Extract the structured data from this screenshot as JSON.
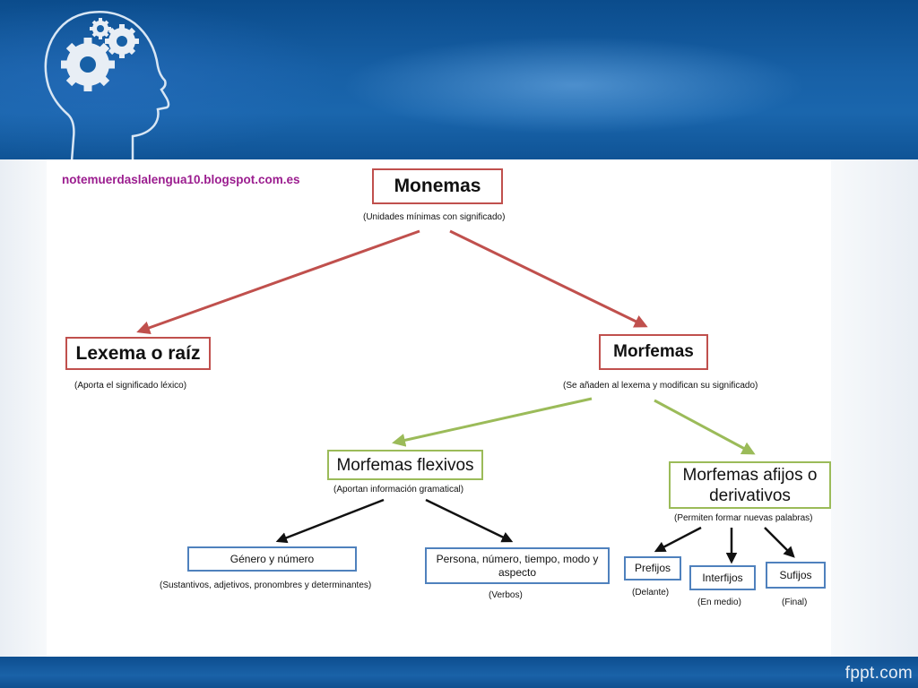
{
  "watermark": "notemuerdaslalengua10.blogspot.com.es",
  "footer_brand": "fppt.com",
  "colors": {
    "red": "#c0504d",
    "green": "#9bbb59",
    "blue": "#4f81bd",
    "black": "#111111"
  },
  "icons": [
    "head-with-gears-icon"
  ],
  "diagram": {
    "monemas": {
      "title": "Monemas",
      "note": "(Unidades mínimas con significado)"
    },
    "lexema": {
      "title": "Lexema o raíz",
      "note": "(Aporta el significado léxico)"
    },
    "morfemas": {
      "title": "Morfemas",
      "note": "(Se añaden al lexema y modifican su significado)"
    },
    "flexivos": {
      "title": "Morfemas flexivos",
      "note": "(Aportan información gramatical)"
    },
    "afijos": {
      "title": "Morfemas afijos o derivativos",
      "note": "(Permiten formar nuevas palabras)"
    },
    "genero": {
      "title": "Género  y número",
      "note": "(Sustantivos, adjetivos, pronombres  y determinantes)"
    },
    "persona": {
      "title": "Persona,  número, tiempo, modo y aspecto",
      "note": "(Verbos)"
    },
    "prefijos": {
      "title": "Prefijos",
      "note": "(Delante)"
    },
    "interfijos": {
      "title": "Interfijos",
      "note": "(En medio)"
    },
    "sufijos": {
      "title": "Sufijos",
      "note": "(Final)"
    }
  }
}
